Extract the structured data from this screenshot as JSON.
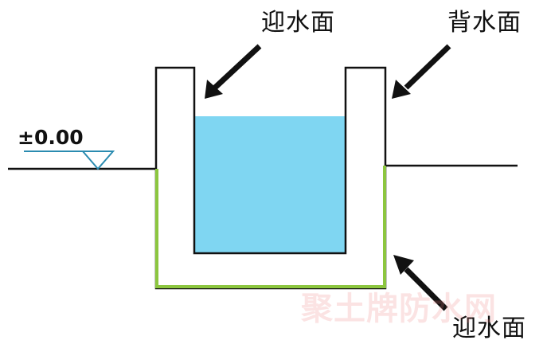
{
  "labels": {
    "top_left": "迎水面",
    "top_right": "背水面",
    "bottom_right": "迎水面"
  },
  "elevation": {
    "text": "±0.00"
  },
  "watermark": {
    "text": "聚土牌防水网"
  },
  "colors": {
    "water": "#7fd6f2",
    "waterproof_layer": "#8cc63f",
    "outline": "#111111",
    "elevation_marker": "#2a8bb0"
  }
}
